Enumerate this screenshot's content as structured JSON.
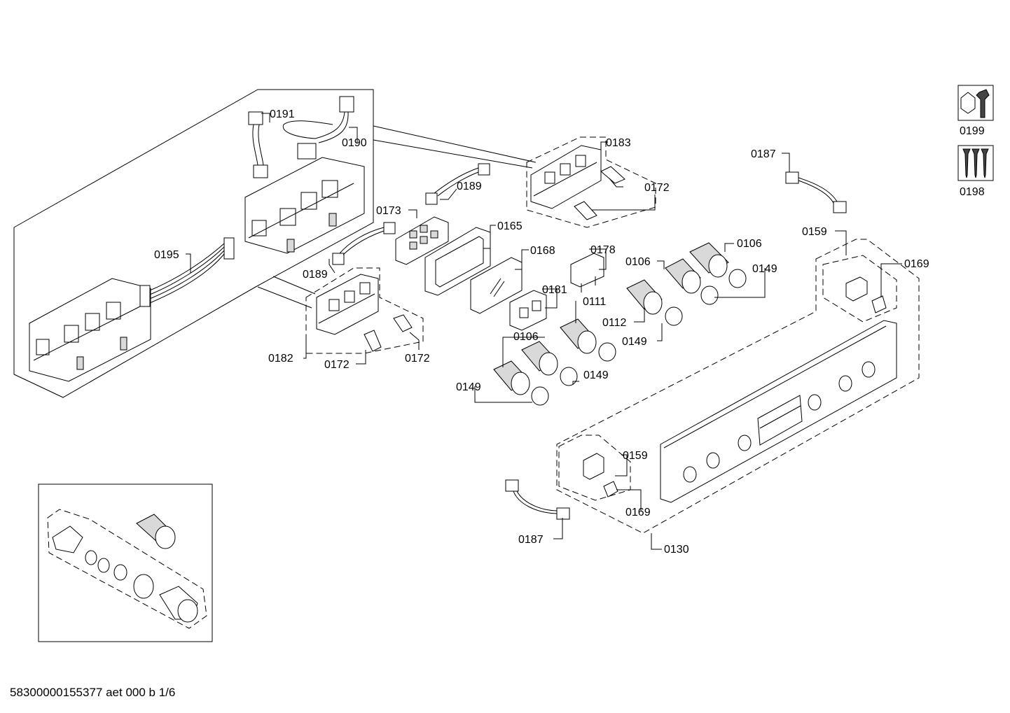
{
  "labels": {
    "l0191": "0191",
    "l0190": "0190",
    "l0195": "0195",
    "l0189a": "0189",
    "l0189b": "0189",
    "l0173": "0173",
    "l0165": "0165",
    "l0168": "0168",
    "l0178": "0178",
    "l0181": "0181",
    "l0183": "0183",
    "l0172a": "0172",
    "l0172b": "0172",
    "l0172c": "0172",
    "l0182": "0182",
    "l0187a": "0187",
    "l0187b": "0187",
    "l0106a": "0106",
    "l0106b": "0106",
    "l0106c": "0106",
    "l0149a": "0149",
    "l0149b": "0149",
    "l0149c": "0149",
    "l0149d": "0149",
    "l0111": "0111",
    "l0112": "0112",
    "l0159a": "0159",
    "l0159b": "0159",
    "l0169a": "0169",
    "l0169b": "0169",
    "l0130": "0130",
    "l0199": "0199",
    "l0198": "0198"
  },
  "icons": {
    "tool_icon": "wrench-nut-icon",
    "screws_icon": "screws-icon"
  },
  "footer": {
    "doc_id": "58300000155377 aet 000 b 1/6"
  }
}
